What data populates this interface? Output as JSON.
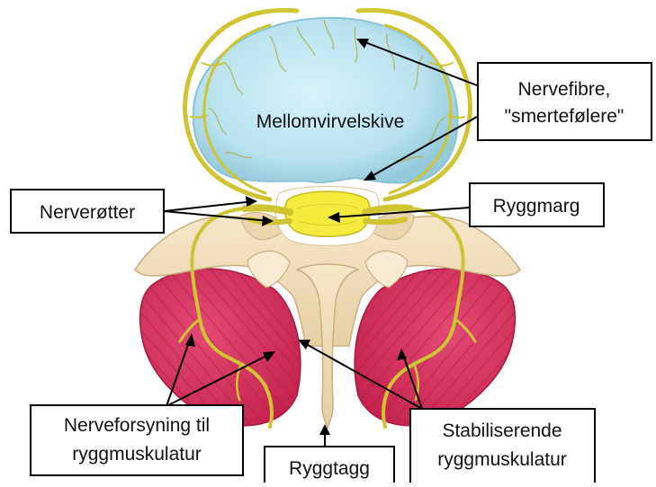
{
  "labels": {
    "disc": "Mellomvirvelskive",
    "nerve_fibers": "Nervefibre,",
    "pain_sensors": "\"smertefølere\"",
    "nerve_roots": "Nerverøtter",
    "spinal_cord": "Ryggmarg",
    "nerve_supply_line1": "Nerveforsyning til",
    "nerve_supply_line2": "ryggmuskulatur",
    "spinous_process": "Ryggtagg",
    "stabilizing_line1": "Stabiliserende",
    "stabilizing_line2": "ryggmuskulatur"
  },
  "colors": {
    "disc": "#bfe6f0",
    "disc_edge": "#8cc4d4",
    "nerve": "#efe86a",
    "bone": "#f2e2c2",
    "bone_shadow": "#dcc59b",
    "muscle": "#d9305e",
    "cord": "#f3ec3c"
  }
}
